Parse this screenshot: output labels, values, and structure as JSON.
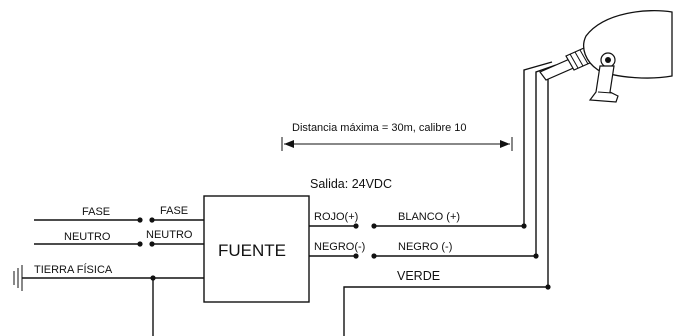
{
  "labels": {
    "fase_left": "FASE",
    "neutro_left": "NEUTRO",
    "tierra": "TIERRA FÍSICA",
    "fase_in": "FASE",
    "neutro_in": "NEUTRO",
    "fuente": "FUENTE",
    "salida": "Salida: 24VDC",
    "rojo": "ROJO(+)",
    "negro_out": "NEGRO(-)",
    "blanco": "BLANCO (+)",
    "negro_cable": "NEGRO (-)",
    "verde": "VERDE",
    "distancia": "Distancia máxima = 30m, calibre 10"
  },
  "colors": {
    "line": "#111111",
    "background": "#ffffff"
  },
  "icons": {
    "ground": "ground-icon",
    "lamp": "spotlight-icon"
  }
}
